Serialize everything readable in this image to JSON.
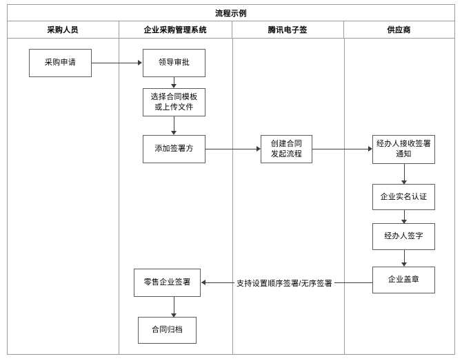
{
  "diagram": {
    "title": "流程示例",
    "lanes": [
      {
        "id": "lane-buyer",
        "label": "采购人员"
      },
      {
        "id": "lane-system",
        "label": "企业采购管理系统"
      },
      {
        "id": "lane-esign",
        "label": "腾讯电子签"
      },
      {
        "id": "lane-supplier",
        "label": "供应商"
      }
    ],
    "nodes": [
      {
        "id": "n1",
        "lane": "lane-buyer",
        "label": "采购申请"
      },
      {
        "id": "n2",
        "lane": "lane-system",
        "label": "领导审批"
      },
      {
        "id": "n3",
        "lane": "lane-system",
        "label": "选择合同模板\n或上传文件",
        "line1": "选择合同模板",
        "line2": "或上传文件"
      },
      {
        "id": "n4",
        "lane": "lane-system",
        "label": "添加签署方"
      },
      {
        "id": "n5",
        "lane": "lane-esign",
        "label": "创建合同\n发起流程",
        "line1": "创建合同",
        "line2": "发起流程"
      },
      {
        "id": "n6",
        "lane": "lane-supplier",
        "label": "经办人接收签署\n通知",
        "line1": "经办人接收签署",
        "line2": "通知"
      },
      {
        "id": "n7",
        "lane": "lane-supplier",
        "label": "企业实名认证"
      },
      {
        "id": "n8",
        "lane": "lane-supplier",
        "label": "经办人签字"
      },
      {
        "id": "n9",
        "lane": "lane-supplier",
        "label": "企业盖章"
      },
      {
        "id": "n10",
        "lane": "lane-system",
        "label": "零售企业签署"
      },
      {
        "id": "n11",
        "lane": "lane-system",
        "label": "合同归档"
      }
    ],
    "edges": [
      {
        "id": "e1",
        "from": "n1",
        "to": "n2",
        "label": ""
      },
      {
        "id": "e2",
        "from": "n2",
        "to": "n3",
        "label": ""
      },
      {
        "id": "e3",
        "from": "n3",
        "to": "n4",
        "label": ""
      },
      {
        "id": "e4",
        "from": "n4",
        "to": "n5",
        "label": ""
      },
      {
        "id": "e5",
        "from": "n5",
        "to": "n6",
        "label": ""
      },
      {
        "id": "e6",
        "from": "n6",
        "to": "n7",
        "label": ""
      },
      {
        "id": "e7",
        "from": "n7",
        "to": "n8",
        "label": ""
      },
      {
        "id": "e8",
        "from": "n8",
        "to": "n9",
        "label": ""
      },
      {
        "id": "e9",
        "from": "n9",
        "to": "n10",
        "label": "支持设置顺序签署/无序签署"
      },
      {
        "id": "e10",
        "from": "n10",
        "to": "n11",
        "label": ""
      }
    ],
    "colors": {
      "frame_border": "#9a9a9a",
      "node_border": "#5b5b5b",
      "connector": "#3d3d3d",
      "background": "#ffffff",
      "text": "#000000"
    }
  }
}
